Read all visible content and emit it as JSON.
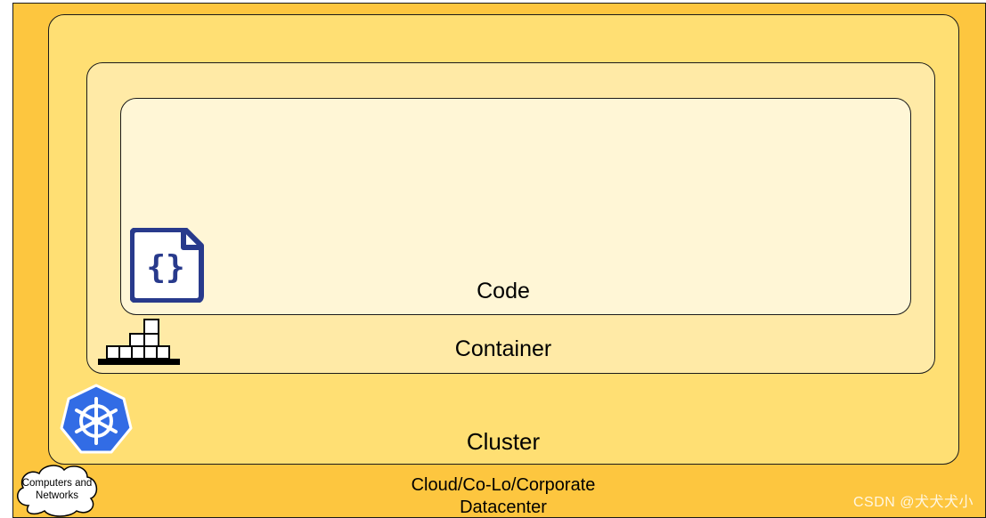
{
  "diagram": {
    "layers": {
      "code": "Code",
      "container": "Container",
      "cluster": "Cluster",
      "datacenter_line1": "Cloud/Co-Lo/Corporate",
      "datacenter_line2": "Datacenter"
    },
    "cloud_label_line1": "Computers and",
    "cloud_label_line2": "Networks",
    "icons": [
      "code-file-icon",
      "container-stack-icon",
      "kubernetes-icon",
      "cloud-icon"
    ]
  },
  "watermark": "CSDN @犬犬犬小",
  "colors": {
    "datacenter": "#fdc63f",
    "cluster": "#ffdf73",
    "container": "#ffeaa6",
    "code": "#fff6d6",
    "code_icon": "#283a8c",
    "kubernetes": "#326ce5"
  }
}
